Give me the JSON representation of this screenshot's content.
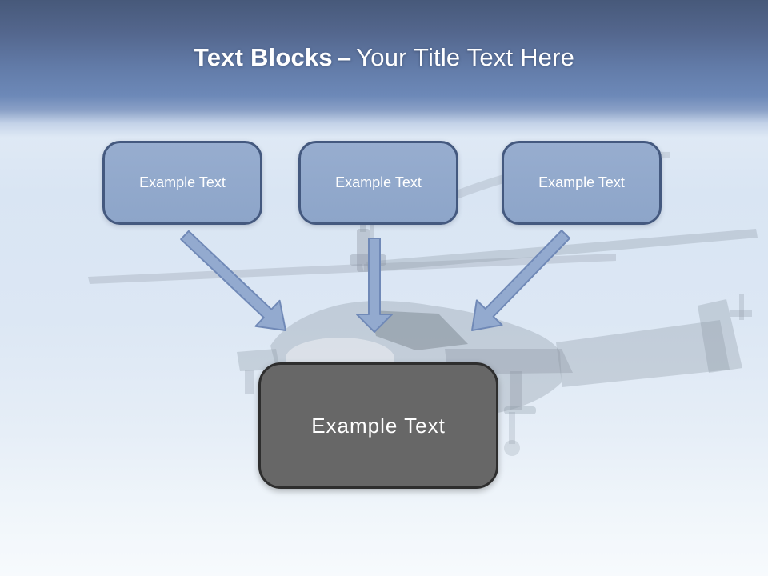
{
  "slide": {
    "title": {
      "bold": "Text Blocks",
      "separator": "–",
      "regular": "Your Title Text Here"
    },
    "text_blocks": [
      {
        "label": "Example Text"
      },
      {
        "label": "Example Text"
      },
      {
        "label": "Example Text"
      }
    ],
    "center_block": {
      "label": "Example Text"
    },
    "watermark": "faded-helicopter-in-sky-photo",
    "colors": {
      "header_top": "#47597a",
      "header_mid": "#6d89b8",
      "block_fill": "#8da5c9",
      "block_fill_light": "#97adcf",
      "block_border": "#44597f",
      "arrow_fill": "#93aacf",
      "arrow_stroke": "#7089b7",
      "center_fill": "#676767",
      "center_border": "#2e2e2e",
      "watermark_gray": "#8d97a4"
    }
  }
}
